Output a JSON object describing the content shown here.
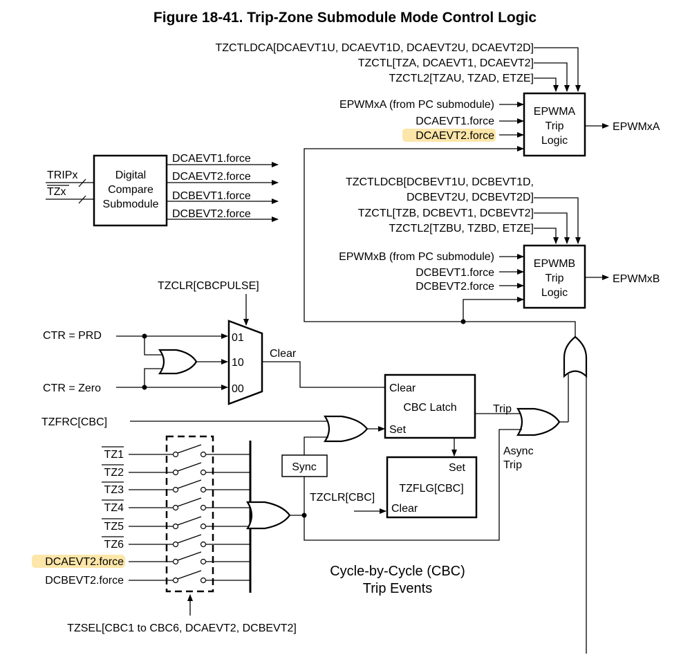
{
  "title": "Figure 18-41. Trip-Zone Submodule Mode Control Logic",
  "epwma": {
    "ctrl_lines": [
      "TZCTLDCA[DCAEVT1U, DCAEVT1D, DCAEVT2U, DCAEVT2D]",
      "TZCTL[TZA, DCAEVT1, DCAEVT2]",
      "TZCTL2[TZAU, TZAD, ETZE]"
    ],
    "inputs": [
      "EPWMxA (from PC submodule)",
      "DCAEVT1.force",
      "DCAEVT2.force"
    ],
    "block": [
      "EPWMA",
      "Trip",
      "Logic"
    ],
    "output": "EPWMxA"
  },
  "epwmb": {
    "ctrl_lines": [
      "TZCTLDCB[DCBEVT1U, DCBEVT1D,",
      "DCBEVT2U, DCBEVT2D]",
      "TZCTL[TZB, DCBEVT1, DCBEVT2]",
      "TZCTL2[TZBU, TZBD, ETZE]"
    ],
    "inputs": [
      "EPWMxB (from PC submodule)",
      "DCBEVT1.force",
      "DCBEVT2.force"
    ],
    "block": [
      "EPWMB",
      "Trip",
      "Logic"
    ],
    "output": "EPWMxB"
  },
  "dc": {
    "inputs": [
      "TRIPx",
      "TZx"
    ],
    "block": [
      "Digital",
      "Compare",
      "Submodule"
    ],
    "outputs": [
      "DCAEVT1.force",
      "DCAEVT2.force",
      "DCBEVT1.force",
      "DCBEVT2.force"
    ]
  },
  "mux": {
    "ctrl": "TZCLR[CBCPULSE]",
    "inputs": [
      "CTR = PRD",
      "CTR = Zero"
    ],
    "ports": [
      "01",
      "10",
      "00"
    ],
    "output": "Clear"
  },
  "cbc_latch": {
    "clear": "Clear",
    "label": "CBC Latch",
    "set": "Set",
    "trip": "Trip"
  },
  "tzfrc": "TZFRC[CBC]",
  "sync": "Sync",
  "tzflg": {
    "set": "Set",
    "label": "TZFLG[CBC]",
    "clear": "Clear",
    "clear_src": "TZCLR[CBC]"
  },
  "async_trip": [
    "Async",
    "Trip"
  ],
  "tz_inputs": [
    "TZ1",
    "TZ2",
    "TZ3",
    "TZ4",
    "TZ5",
    "TZ6",
    "DCAEVT2.force",
    "DCBEVT2.force"
  ],
  "tzsel": "TZSEL[CBC1 to CBC6, DCAEVT2, DCBEVT2]",
  "caption": [
    "Cycle-by-Cycle (CBC)",
    "Trip Events"
  ],
  "colors": {
    "highlight": "#fbe29a"
  }
}
